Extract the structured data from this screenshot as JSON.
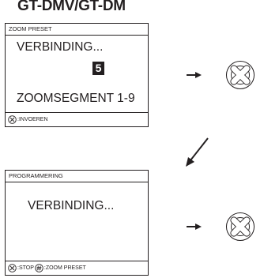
{
  "title": "GT-DMV/GT-DM",
  "screen1": {
    "header": "ZOOM PRESET",
    "line1": "VERBINDING...",
    "number": "5",
    "line3": "ZOOMSEGMENT 1-9",
    "footer_text": ":INVOEREN"
  },
  "screen2": {
    "header": "PROGRAMMERING",
    "line1": "VERBINDING...",
    "footer_stop": ":STOP",
    "footer_zoom": ":ZOOM PRESET"
  },
  "icons": {
    "enter": "circled-x-icon",
    "hash": "circled-hash-icon",
    "arrow": "right-arrow-icon",
    "diagonal": "diagonal-arrow-icon",
    "button": "enter-button-icon"
  }
}
